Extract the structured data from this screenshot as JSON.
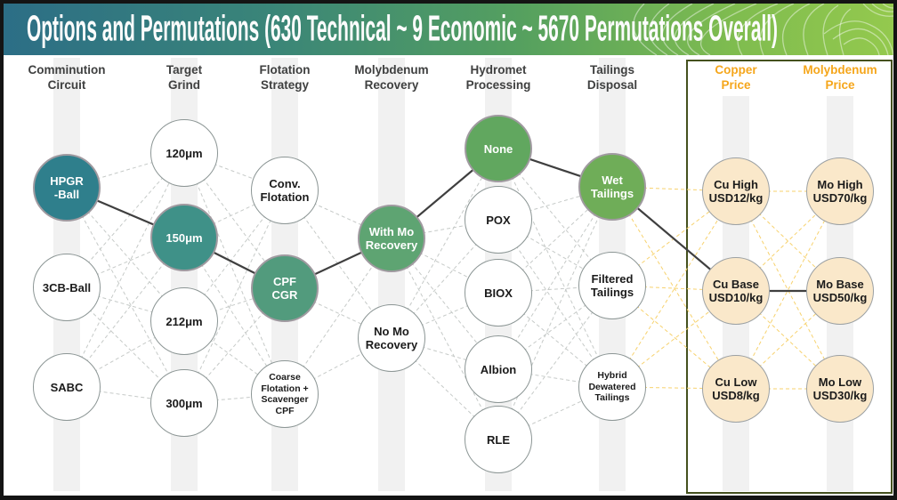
{
  "slide": {
    "title": "Options and Permutations (630 Technical ~ 9 Economic ~ 5670 Permutations Overall)"
  },
  "colors": {
    "banner_left": "#2C6E86",
    "banner_right": "#94C94E",
    "band": "#F1F1F1",
    "gray_edge": "#C6CAC8",
    "gold_edge": "#F7D26E",
    "path_edge": "#3F3F3F",
    "box_border": "#45511E",
    "gold_header_text": "#F5A61B",
    "dark_header_text": "#3F4040",
    "node_stroke": "#8B9594",
    "price_fill": "#FAE8CA",
    "price_stroke": "#9BA0A3",
    "node_text": "#1B1B1B",
    "selected_text": "#FFFFFF"
  },
  "columns": [
    {
      "id": "comminution-circuit",
      "header_lines": [
        "Comminution",
        "Circuit"
      ],
      "gold": false,
      "nodes": [
        {
          "id": "hpgr-ball",
          "lines": [
            "HPGR",
            "-Ball"
          ],
          "selected": true,
          "fill": "#2F7F8C"
        },
        {
          "id": "3cb-ball",
          "lines": [
            "3CB-Ball"
          ]
        },
        {
          "id": "sabc",
          "lines": [
            "SABC"
          ]
        }
      ]
    },
    {
      "id": "target-grind",
      "header_lines": [
        "Target",
        "Grind"
      ],
      "gold": false,
      "nodes": [
        {
          "id": "120um",
          "lines": [
            "120μm"
          ]
        },
        {
          "id": "150um",
          "lines": [
            "150μm"
          ],
          "selected": true,
          "fill": "#3F9188"
        },
        {
          "id": "212um",
          "lines": [
            "212μm"
          ]
        },
        {
          "id": "300um",
          "lines": [
            "300μm"
          ]
        }
      ]
    },
    {
      "id": "flotation-strategy",
      "header_lines": [
        "Flotation",
        "Strategy"
      ],
      "gold": false,
      "nodes": [
        {
          "id": "conv-flotation",
          "lines": [
            "Conv.",
            "Flotation"
          ]
        },
        {
          "id": "cpf-cgr",
          "lines": [
            "CPF",
            "CGR"
          ],
          "selected": true,
          "fill": "#529B7D"
        },
        {
          "id": "coarse-flotation-scavenger-cpf",
          "lines": [
            "Coarse",
            "Flotation +",
            "Scavenger",
            "CPF"
          ],
          "small": true
        }
      ]
    },
    {
      "id": "molybdenum-recovery",
      "header_lines": [
        "Molybdenum",
        "Recovery"
      ],
      "gold": false,
      "nodes": [
        {
          "id": "with-mo-recovery",
          "lines": [
            "With Mo",
            "Recovery"
          ],
          "selected": true,
          "fill": "#5EA472"
        },
        {
          "id": "no-mo-recovery",
          "lines": [
            "No Mo",
            "Recovery"
          ]
        }
      ]
    },
    {
      "id": "hydromet-processing",
      "header_lines": [
        "Hydromet",
        "Processing"
      ],
      "gold": false,
      "nodes": [
        {
          "id": "none",
          "lines": [
            "None"
          ],
          "selected": true,
          "fill": "#61A75F"
        },
        {
          "id": "pox",
          "lines": [
            "POX"
          ]
        },
        {
          "id": "biox",
          "lines": [
            "BIOX"
          ]
        },
        {
          "id": "albion",
          "lines": [
            "Albion"
          ]
        },
        {
          "id": "rle",
          "lines": [
            "RLE"
          ]
        }
      ]
    },
    {
      "id": "tailings-disposal",
      "header_lines": [
        "Tailings",
        "Disposal"
      ],
      "gold": false,
      "nodes": [
        {
          "id": "wet-tailings",
          "lines": [
            "Wet",
            "Tailings"
          ],
          "selected": true,
          "fill": "#6FAD58"
        },
        {
          "id": "filtered-tailings",
          "lines": [
            "Filtered",
            "Tailings"
          ]
        },
        {
          "id": "hybrid-dewatered-tailings",
          "lines": [
            "Hybrid",
            "Dewatered",
            "Tailings"
          ],
          "small": true
        }
      ]
    },
    {
      "id": "copper-price",
      "header_lines": [
        "Copper",
        "Price"
      ],
      "gold": true,
      "nodes": [
        {
          "id": "cu-high",
          "lines": [
            "Cu High",
            "USD12/kg"
          ],
          "price": true
        },
        {
          "id": "cu-base",
          "lines": [
            "Cu Base",
            "USD10/kg"
          ],
          "price": true
        },
        {
          "id": "cu-low",
          "lines": [
            "Cu Low",
            "USD8/kg"
          ],
          "price": true
        }
      ]
    },
    {
      "id": "molybdenum-price",
      "header_lines": [
        "Molybdenum",
        "Price"
      ],
      "gold": true,
      "nodes": [
        {
          "id": "mo-high",
          "lines": [
            "Mo High",
            "USD70/kg"
          ],
          "price": true
        },
        {
          "id": "mo-base",
          "lines": [
            "Mo Base",
            "USD50/kg"
          ],
          "price": true
        },
        {
          "id": "mo-low",
          "lines": [
            "Mo Low",
            "USD30/kg"
          ],
          "price": true
        }
      ]
    }
  ],
  "selected_path": [
    [
      0,
      0
    ],
    [
      1,
      1
    ],
    [
      2,
      1
    ],
    [
      3,
      0
    ],
    [
      4,
      0
    ],
    [
      5,
      0
    ],
    [
      6,
      1
    ],
    [
      7,
      1
    ]
  ],
  "edge_styles": [
    {
      "from": 0,
      "to": 1,
      "style": "gray"
    },
    {
      "from": 1,
      "to": 2,
      "style": "gray"
    },
    {
      "from": 2,
      "to": 3,
      "style": "gray"
    },
    {
      "from": 3,
      "to": 4,
      "style": "gray"
    },
    {
      "from": 4,
      "to": 5,
      "style": "gray"
    },
    {
      "from": 5,
      "to": 6,
      "style": "gold"
    },
    {
      "from": 6,
      "to": 7,
      "style": "gold"
    }
  ]
}
